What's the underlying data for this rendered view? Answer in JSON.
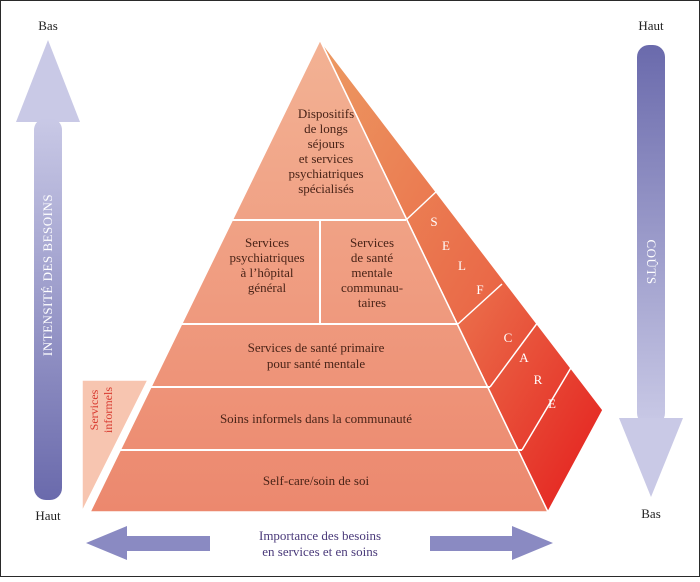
{
  "left_axis": {
    "top_label": "Bas",
    "bottom_label": "Haut",
    "title": "INTENSITÉ DES BESOINS"
  },
  "right_axis": {
    "top_label": "Haut",
    "bottom_label": "Bas",
    "title": "COÛTS"
  },
  "bottom_axis": {
    "line1": "Importance des besoins",
    "line2": "en services et en soins"
  },
  "informal_side": {
    "line1": "Services",
    "line2": "informels"
  },
  "self_care_letters": [
    "S",
    "E",
    "L",
    "F",
    "C",
    "A",
    "R",
    "E"
  ],
  "levels": {
    "top": {
      "lines": [
        "Dispositifs",
        "de longs",
        "séjours",
        "et services",
        "psychiatriques",
        "spécialisés"
      ]
    },
    "second_left": {
      "lines": [
        "Services",
        "psychiatriques",
        "à l’hôpital",
        "général"
      ]
    },
    "second_right": {
      "lines": [
        "Services",
        "de santé",
        "mentale",
        "communau-",
        "taires"
      ]
    },
    "third": {
      "lines": [
        "Services de santé primaire",
        "pour santé mentale"
      ]
    },
    "fourth": {
      "lines": [
        "Soins informels dans la communauté"
      ]
    },
    "base": {
      "lines": [
        "Self-care/soin de soi"
      ]
    }
  },
  "colors": {
    "frame": "#2a2a2a",
    "arrow_purple": "#6f6fb0",
    "arrow_light": "#bdbde0",
    "label_purple": "#4a3a7a",
    "pyramid_top": "#f2ad8e",
    "pyramid_base": "#ec8a70",
    "side_light": "#eb8a5c",
    "side_dark": "#e41f1f",
    "informal_fill": "#f7c5b0",
    "informal_text": "#d8392f"
  }
}
